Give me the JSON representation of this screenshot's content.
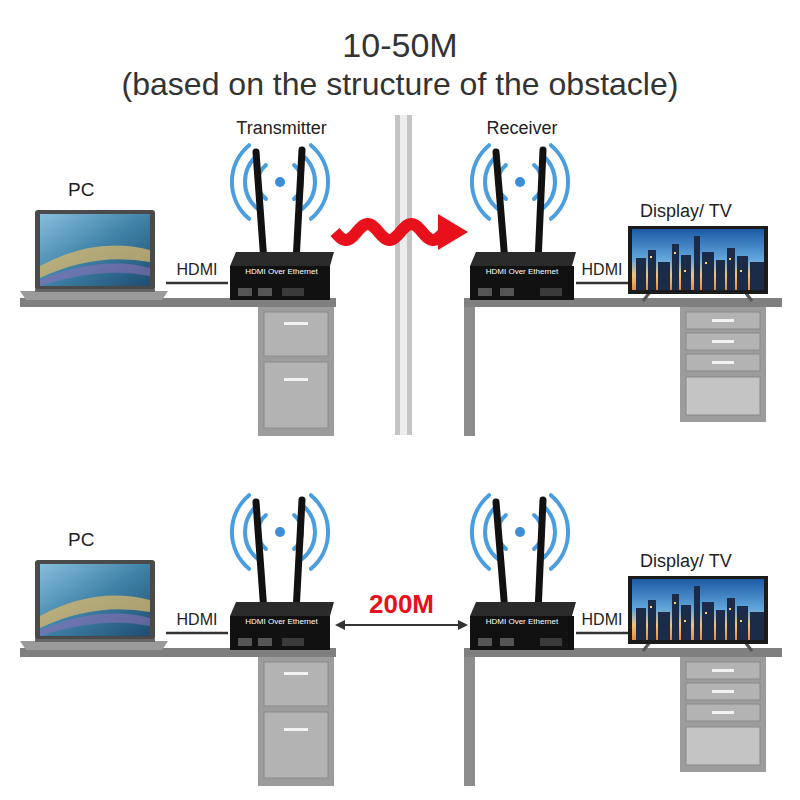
{
  "diagram": {
    "title": "10-50M",
    "nodes": [
      {
        "text": [
          "PC"
        ]
      },
      {
        "text": [
          "Transmitter",
          "HDMI Over Ethernet"
        ]
      },
      {
        "text": [
          "Receiver",
          "HDMI Over Ethernet"
        ]
      },
      {
        "text": [
          "Display/ TV"
        ]
      },
      {
        "text": [
          "PC"
        ]
      },
      {
        "text": [
          "HDMI Over Ethernet"
        ]
      },
      {
        "text": [
          "HDMI Over Ethernet"
        ]
      },
      {
        "text": [
          "Display/ TV"
        ]
      }
    ],
    "edges": [
      {
        "from": 0,
        "to": 1,
        "label": "HDMI",
        "arrow": "none"
      },
      {
        "from": 1,
        "to": 2,
        "arrow": "to"
      },
      {
        "from": 2,
        "to": 3,
        "label": "HDMI",
        "arrow": "none"
      },
      {
        "from": 4,
        "to": 5,
        "label": "HDMI",
        "arrow": "none"
      },
      {
        "from": 5,
        "to": 6,
        "label": "200M",
        "arrow": "both"
      },
      {
        "from": 6,
        "to": 7,
        "label": "HDMI",
        "arrow": "none"
      }
    ],
    "labels": [
      "(based on the structure of the obstacle)"
    ]
  }
}
